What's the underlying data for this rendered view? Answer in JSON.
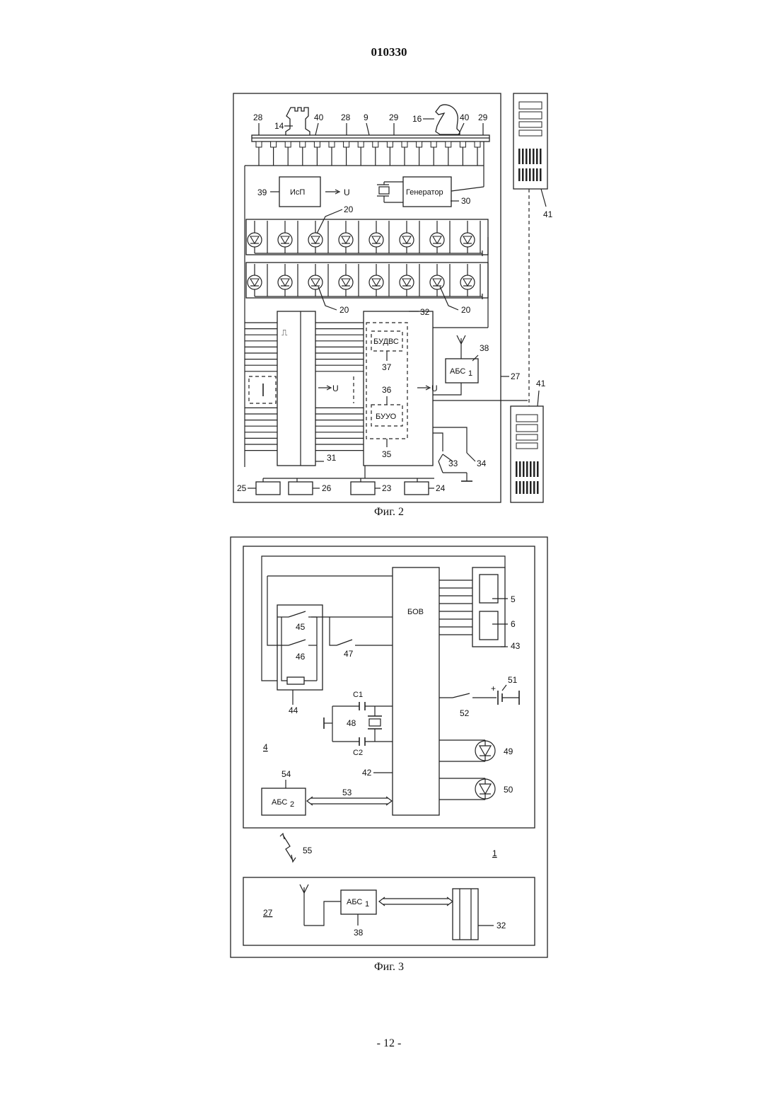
{
  "header": {
    "doc_number": "010330"
  },
  "figure2": {
    "caption": "Фиг. 2",
    "blocks": {
      "isp": "ИсП",
      "generator": "Генератор",
      "budvs": "БУДВС",
      "buuo": "БУУО",
      "abs1": "АБС",
      "abs1_sub": "1",
      "u_symbol": "U",
      "pulse_symbol": "⎍"
    },
    "labels": {
      "l28a": "28",
      "l14": "14",
      "l40a": "40",
      "l28b": "28",
      "l9": "9",
      "l29a": "29",
      "l16": "16",
      "l40b": "40",
      "l29b": "29",
      "l39": "39",
      "l30": "30",
      "l20a": "20",
      "l20b": "20",
      "l20c": "20",
      "l32": "32",
      "l38": "38",
      "l37": "37",
      "l36": "36",
      "l27": "27",
      "l35": "35",
      "l31": "31",
      "l33": "33",
      "l34": "34",
      "l25": "25",
      "l26": "26",
      "l23": "23",
      "l24": "24",
      "l41a": "41",
      "l41b": "41"
    }
  },
  "figure3": {
    "caption": "Фиг. 3",
    "blocks": {
      "bov": "БОВ",
      "abs2": "АБС",
      "abs2_sub": "2",
      "abs1": "АБС",
      "abs1_sub": "1",
      "c1": "C1",
      "c2": "C2"
    },
    "labels": {
      "l5": "5",
      "l6": "6",
      "l43": "43",
      "l45": "45",
      "l46": "46",
      "l47": "47",
      "l44": "44",
      "l51": "51",
      "l52": "52",
      "l48": "48",
      "l4": "4",
      "l49": "49",
      "l42": "42",
      "l50": "50",
      "l54": "54",
      "l53": "53",
      "l55": "55",
      "l1": "1",
      "l27": "27",
      "l38": "38",
      "l32": "32"
    }
  },
  "footer": {
    "page_number": "- 12 -"
  }
}
